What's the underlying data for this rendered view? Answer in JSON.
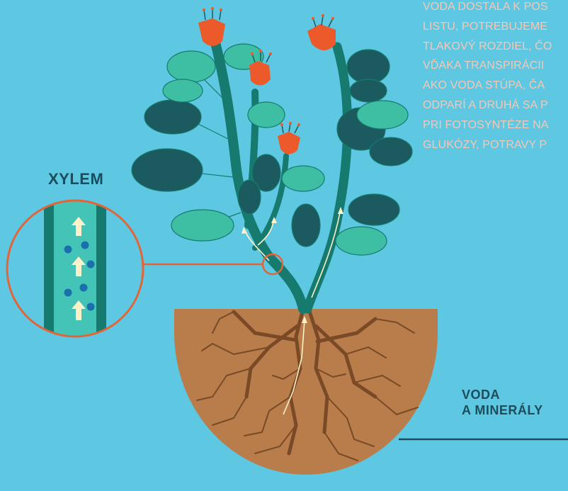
{
  "labels": {
    "xylem": "XYLEM",
    "water_line1": "VODA",
    "water_line2": "A MINERÁLY"
  },
  "body_text": [
    "VODA DOSTALA K POS",
    "LISTU, POTREBUJEME",
    "TLAKOVÝ ROZDIEL, ČO",
    "VĎAKA TRANSPIRÁCII",
    "AKO VODA STÚPA, ČA",
    "ODPARÍ A DRUHÁ SA P",
    "PRI FOTOSYNTÉZE NA",
    "GLUKÓZY, POTRAVY P"
  ],
  "colors": {
    "background": "#5ec8e3",
    "soil": "#b87d4b",
    "roots": "#7a4a26",
    "stem": "#167a6e",
    "leaf_dark": "#1b5a5f",
    "leaf_light": "#3ebfa3",
    "flower": "#ec5a2c",
    "highlight_ring": "#e0663a",
    "xylem_fluid": "#43c4b6",
    "water_dot": "#1a6fad",
    "arrow": "#fff2c9",
    "label_text": "#1b4d5c",
    "body_text": "#f6c7b5"
  }
}
